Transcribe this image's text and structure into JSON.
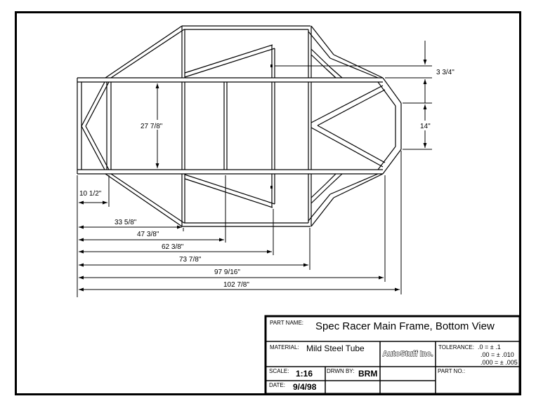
{
  "drawing": {
    "dimensions": {
      "d3_3_4": "3 3/4\"",
      "d14": "14\"",
      "d27_7_8": "27 7/8\"",
      "d10_1_2": "10 1/2\"",
      "d33_5_8": "33 5/8\"",
      "d47_3_8": "47 3/8\"",
      "d62_3_8": "62 3/8\"",
      "d73_7_8": "73 7/8\"",
      "d97_9_16": "97 9/16\"",
      "d102_7_8": "102 7/8\""
    }
  },
  "title_block": {
    "part_name_label": "PART NAME:",
    "part_name": "Spec Racer Main Frame, Bottom View",
    "material_label": "MATERIAL:",
    "material": "Mild Steel Tube",
    "company": "AutoStuff Inc.",
    "tolerance_label": "TOLERANCE:",
    "tolerance_1": ".0 = ± .1",
    "tolerance_2": ".00 = ± .010",
    "tolerance_3": ".000 = ± .005",
    "scale_label": "SCALE:",
    "scale": "1:16",
    "drawn_by_label": "DRWN BY:",
    "drawn_by": "BRM",
    "part_no_label": "PART NO.:",
    "date_label": "DATE:",
    "date": "9/4/98"
  }
}
